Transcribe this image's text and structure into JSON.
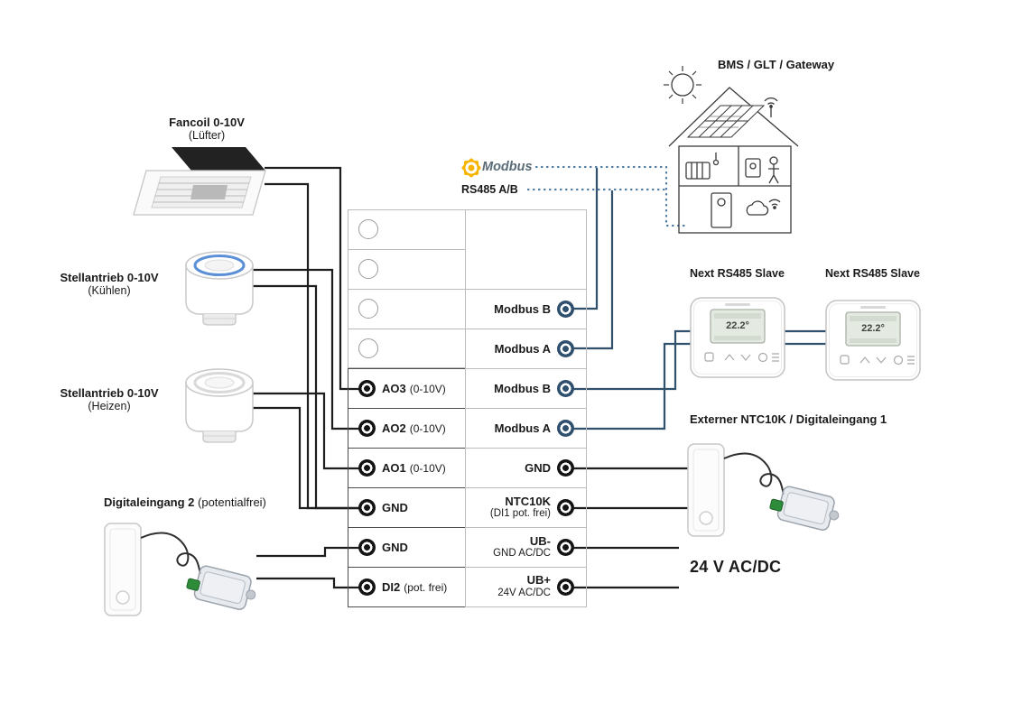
{
  "colors": {
    "wire_black": "#1d1d1d",
    "wire_navy": "#30506c",
    "dotted_blue": "#4f79a3",
    "modbus_yellow": "#f7b500",
    "table_border_light": "#bcbcbc",
    "table_border_dark": "#4c4c4c"
  },
  "left_devices": {
    "fancoil": {
      "title": "Fancoil 0-10V",
      "sub": "(Lüfter)"
    },
    "actuator_cool": {
      "title": "Stellantrieb 0-10V",
      "sub": "(Kühlen)"
    },
    "actuator_heat": {
      "title": "Stellantrieb 0-10V",
      "sub": "(Heizen)"
    },
    "digital_input2": {
      "bold": "Digitaleingang 2",
      "rest": " (potentialfrei)"
    }
  },
  "top": {
    "bms_label": "BMS / GLT / Gateway",
    "modbus_logo": "Modbus",
    "rs485_label": "RS485 A/B"
  },
  "right": {
    "slave1_label": "Next RS485 Slave",
    "slave2_label": "Next RS485 Slave",
    "slave1_temp": "22.2°",
    "slave2_temp": "22.2°",
    "ntc_label": "Externer NTC10K / Digitaleingang 1",
    "power_label": "24 V AC/DC"
  },
  "terminals": {
    "left": [
      {
        "bold": "AO3",
        "rest": "(0-10V)"
      },
      {
        "bold": "AO2",
        "rest": "(0-10V)"
      },
      {
        "bold": "AO1",
        "rest": "(0-10V)"
      },
      {
        "bold": "GND",
        "rest": ""
      },
      {
        "bold": "GND",
        "rest": ""
      },
      {
        "bold": "DI2",
        "rest": "(pot. frei)"
      }
    ],
    "right_single": [
      {
        "label": "Modbus B"
      },
      {
        "label": "Modbus A"
      },
      {
        "label": "Modbus B"
      },
      {
        "label": "Modbus A"
      },
      {
        "label": "GND"
      }
    ],
    "right_double": [
      {
        "line1": "NTC10K",
        "line2": "(DI1 pot. frei)"
      },
      {
        "line1": "UB-",
        "line2": "GND AC/DC"
      },
      {
        "line1": "UB+",
        "line2": "24V AC/DC"
      }
    ]
  }
}
